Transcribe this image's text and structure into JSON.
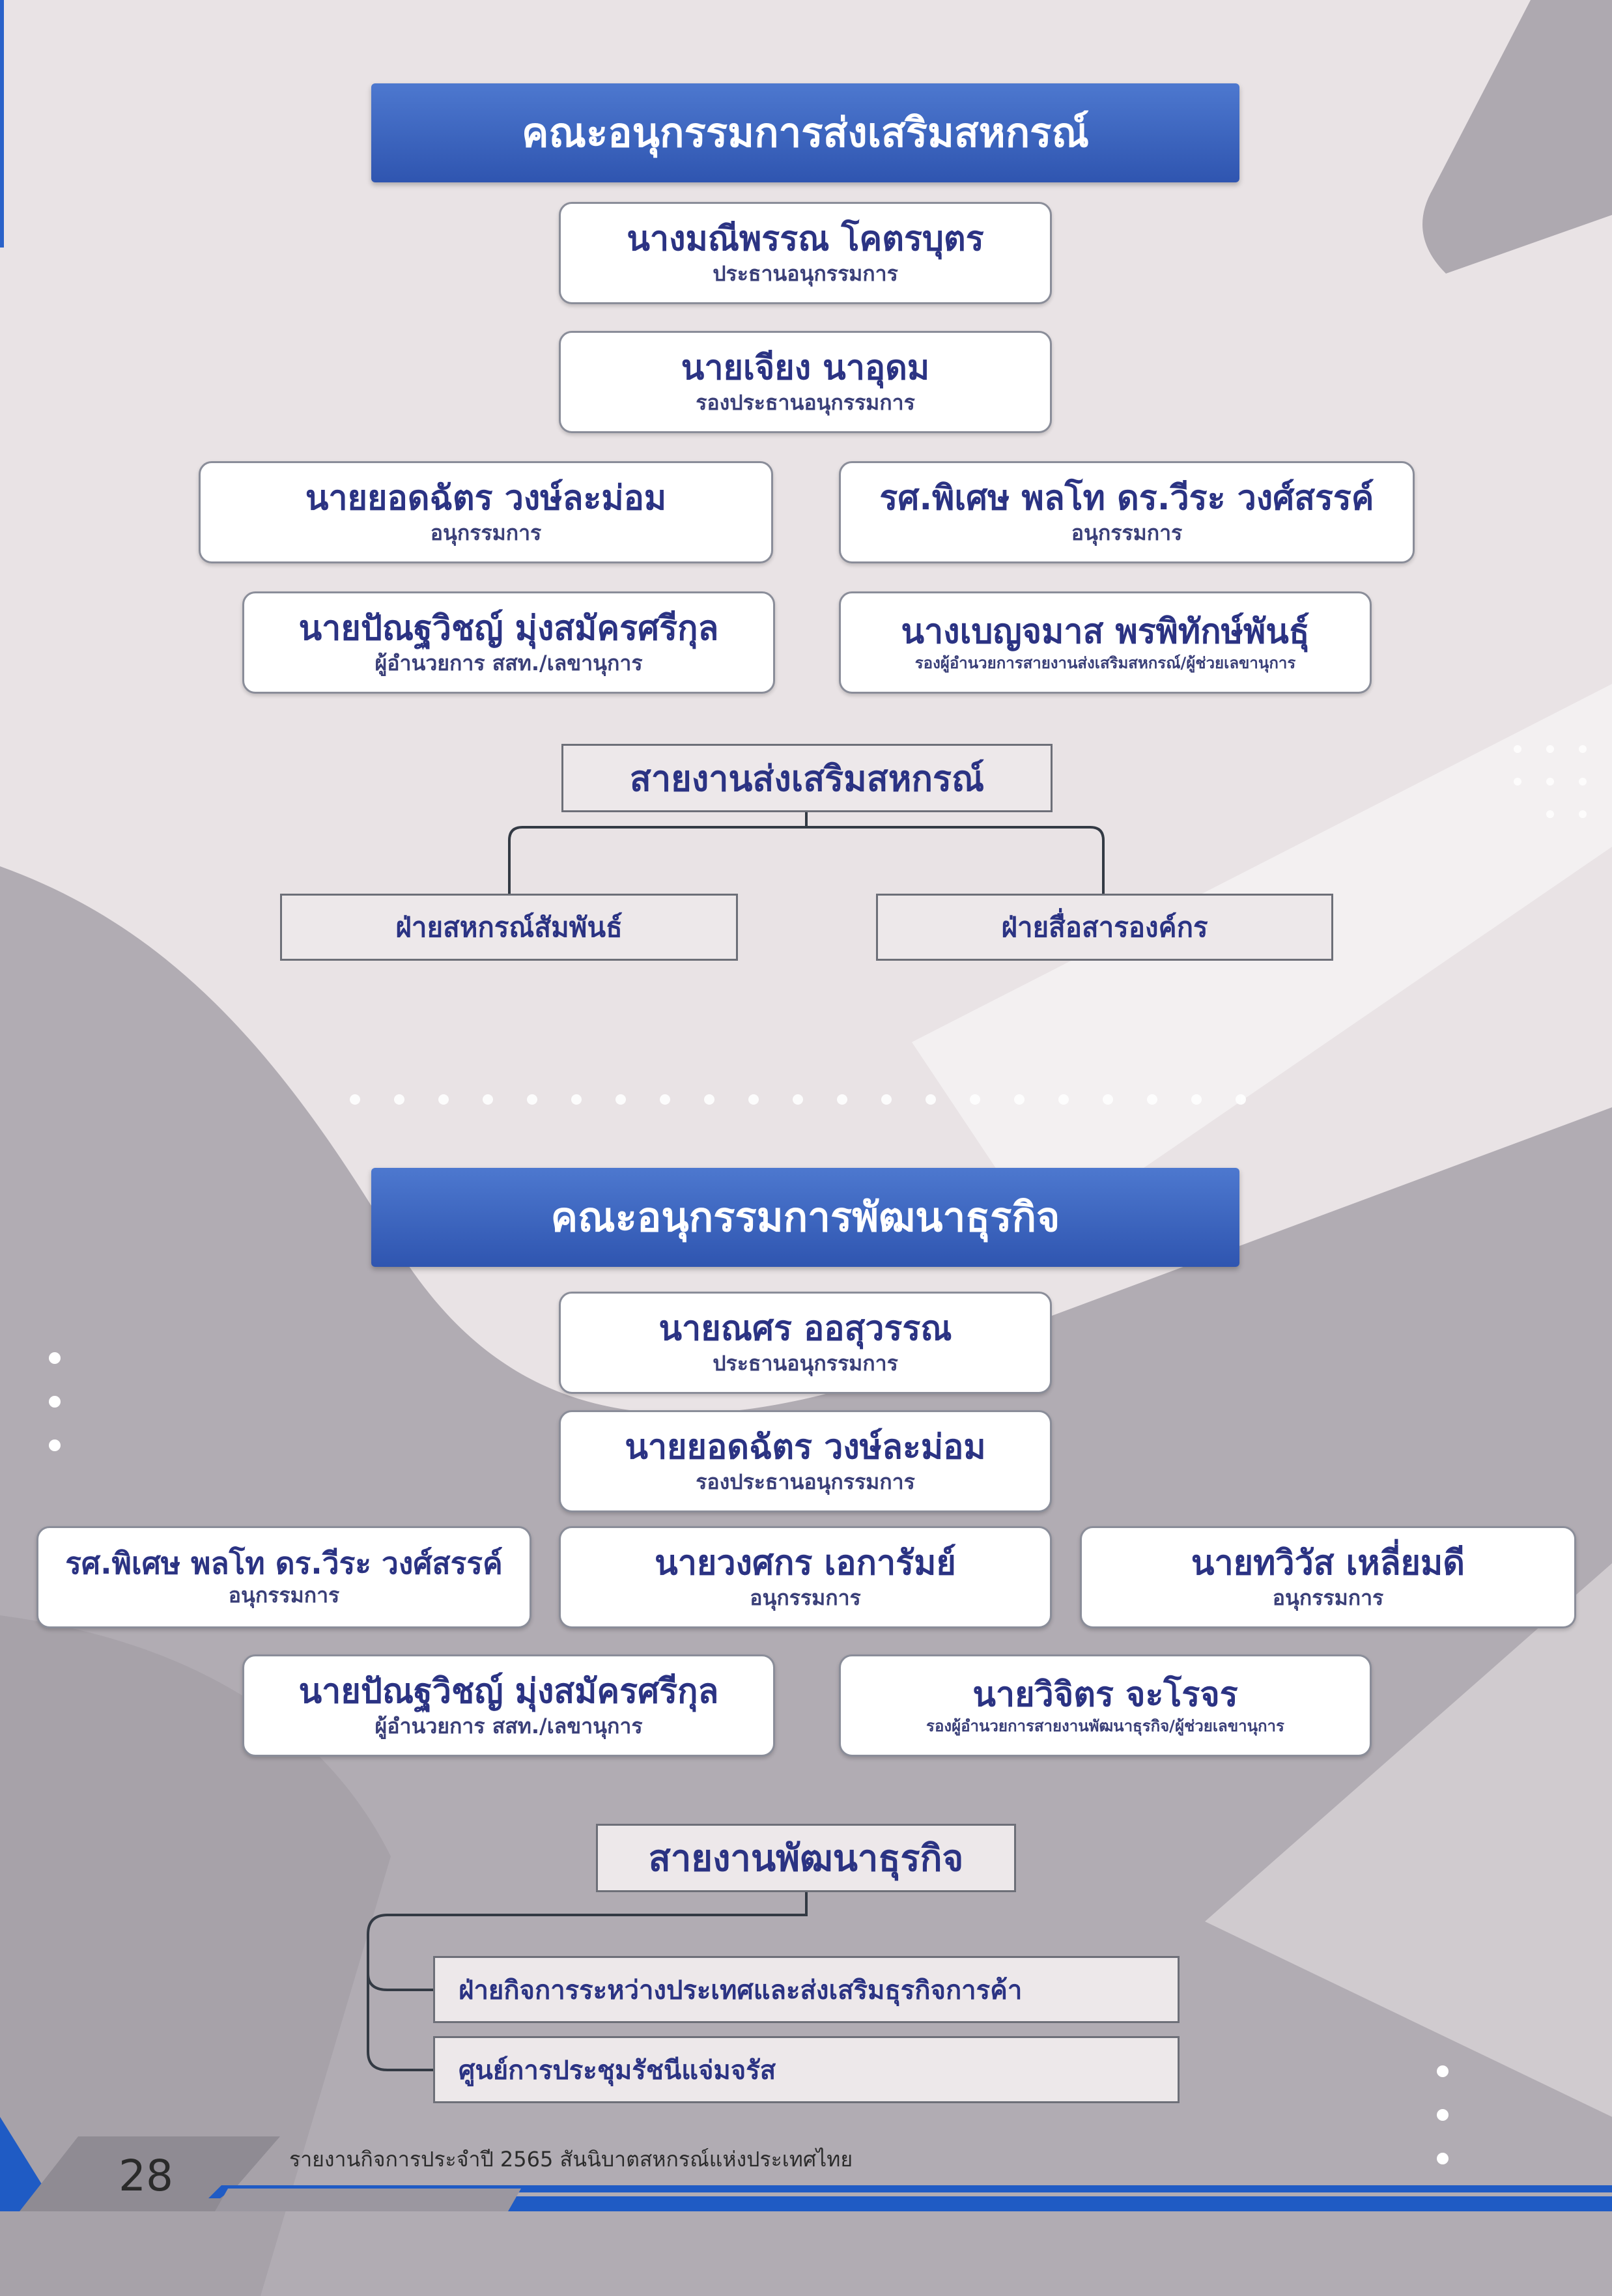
{
  "section1": {
    "title": "คณะอนุกรรมการส่งเสริมสหกรณ์",
    "members": [
      {
        "name": "นางมณีพรรณ โคตรบุตร",
        "role": "ประธานอนุกรรมการ"
      },
      {
        "name": "นายเจียง นาอุดม",
        "role": "รองประธานอนุกรรมการ"
      },
      {
        "name": "นายยอดฉัตร วงษ์ละม่อม",
        "role": "อนุกรรมการ"
      },
      {
        "name": "รศ.พิเศษ พลโท ดร.วีระ วงศ์สรรค์",
        "role": "อนุกรรมการ"
      },
      {
        "name": "นายปัณฐวิชญ์ มุ่งสมัครศรีกุล",
        "role": "ผู้อำนวยการ สสท./เลขานุการ"
      },
      {
        "name": "นางเบญจมาส พรพิทักษ์พันธุ์",
        "role": "รองผู้อำนวยการสายงานส่งเสริมสหกรณ์/ผู้ช่วยเลขานุการ"
      }
    ],
    "division": "สายงานส่งเสริมสหกรณ์",
    "units": [
      "ฝ่ายสหกรณ์สัมพันธ์",
      "ฝ่ายสื่อสารองค์กร"
    ]
  },
  "section2": {
    "title": "คณะอนุกรรมการพัฒนาธุรกิจ",
    "members": [
      {
        "name": "นายณศร ออสุวรรณ",
        "role": "ประธานอนุกรรมการ"
      },
      {
        "name": "นายยอดฉัตร วงษ์ละม่อม",
        "role": "รองประธานอนุกรรมการ"
      },
      {
        "name": "รศ.พิเศษ พลโท ดร.วีระ วงศ์สรรค์",
        "role": "อนุกรรมการ"
      },
      {
        "name": "นายวงศกร เอการัมย์",
        "role": "อนุกรรมการ"
      },
      {
        "name": "นายทวิวัส เหลี่ยมดี",
        "role": "อนุกรรมการ"
      },
      {
        "name": "นายปัณฐวิชญ์ มุ่งสมัครศรีกุล",
        "role": "ผู้อำนวยการ สสท./เลขานุการ"
      },
      {
        "name": "นายวิจิตร จะโรจร",
        "role": "รองผู้อำนวยการสายงานพัฒนาธุรกิจ/ผู้ช่วยเลขานุการ"
      }
    ],
    "division": "สายงานพัฒนาธุรกิจ",
    "units": [
      "ฝ่ายกิจการระหว่างประเทศและส่งเสริมธุรกิจการค้า",
      "ศูนย์การประชุมรัชนีแจ่มจรัส"
    ]
  },
  "footer": {
    "page_number": "28",
    "report_title": "รายงานกิจการประจำปี 2565 สันนิบาตสหกรณ์แห่งประเทศไทย",
    "accent_color": "#1f5bc4"
  }
}
